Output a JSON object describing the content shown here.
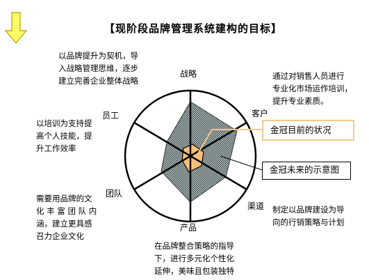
{
  "title": "【现阶段品牌管理系统建构的目标】",
  "axes": {
    "strategy": "战略",
    "customer": "客户",
    "channel": "渠道",
    "product": "产品",
    "team": "团队",
    "staff": "员工"
  },
  "notes": {
    "strategy": [
      "以品牌提升为契机，导",
      "入战略管理思维，逐步",
      "建立完善企业整体战略"
    ],
    "customer": [
      "通过对销售人员进行",
      "专业化市场运作培训，",
      "提升专业素质。"
    ],
    "staff": [
      "以培训为支持提",
      "高个人技能，提",
      "升工作效率"
    ],
    "team": [
      "需要用品牌的文",
      "化 丰 富 团 队 内",
      "涵，建立更具感",
      "召力企业文化"
    ],
    "channel": [
      "制定以品牌建设为导",
      "向的行销策略与计划"
    ],
    "product": [
      "在品牌整合策略的指导",
      "下，进行多元化个性化",
      "延伸，美味且包装独特"
    ]
  },
  "legend": {
    "current": "金冠目前的状况",
    "future": "金冠未来的示意图"
  },
  "colors": {
    "arrow_fill": "#ffff66",
    "arrow_stroke": "#b8a000",
    "future_fill": "#9aa6a6",
    "current_fill": "#f7c07a",
    "current_box_border": "#f3c98b"
  },
  "icons": {
    "down_arrow": "down-arrow-icon"
  }
}
